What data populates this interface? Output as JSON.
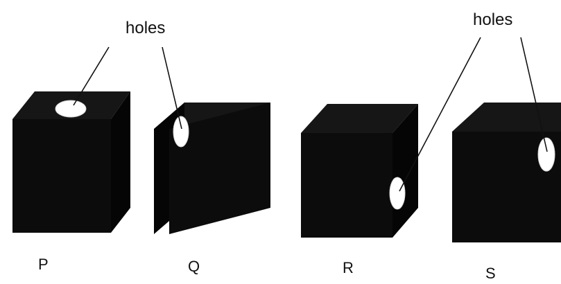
{
  "captions": {
    "left": "holes",
    "right": "holes"
  },
  "blocks": [
    {
      "label": "P"
    },
    {
      "label": "Q"
    },
    {
      "label": "R"
    },
    {
      "label": "S"
    }
  ],
  "colors": {
    "block": "#0c0c0c",
    "hole": "#ffffff",
    "ink": "#111111"
  }
}
